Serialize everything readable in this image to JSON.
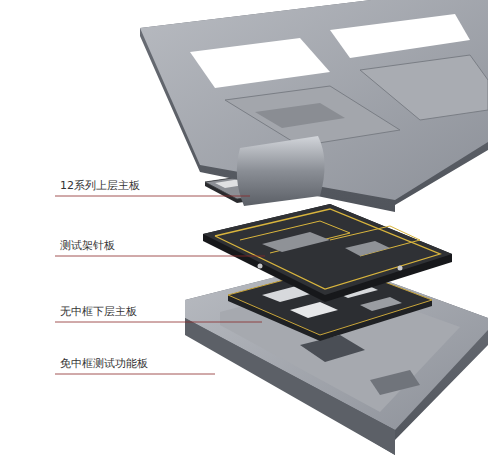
{
  "diagram": {
    "labels": [
      "12系列上层主板",
      "测试架针板",
      "无中框下层主板",
      "免中框测试功能板"
    ]
  }
}
